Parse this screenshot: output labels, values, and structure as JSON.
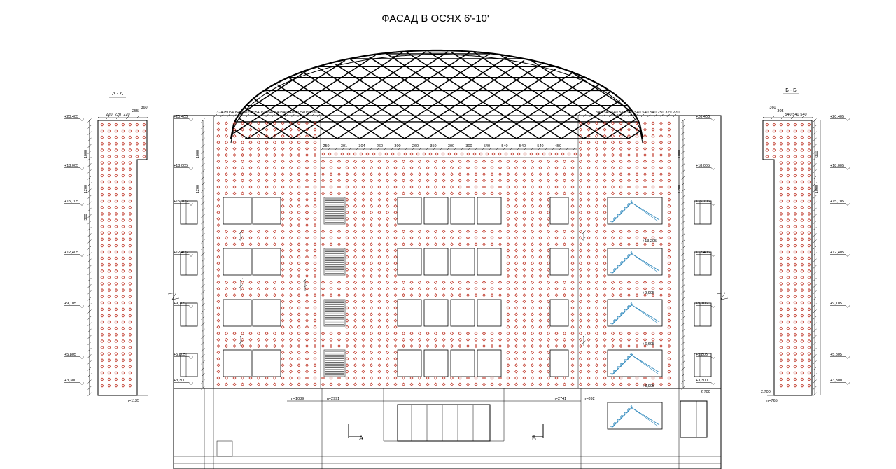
{
  "title": "ФАСАД В ОСЯХ 6'-10'",
  "colors": {
    "line": "#000000",
    "anchor": "#c0392b",
    "stair": "#3a8fc0",
    "louver": "#555555"
  },
  "section_left": {
    "label": "А - А",
    "dims_top": [
      "220",
      "220",
      "220",
      "255",
      "360"
    ],
    "bottom_dim": "n=1135"
  },
  "section_right": {
    "label": "Б - Б",
    "dims_top": [
      "360",
      "305",
      "540",
      "540",
      "540"
    ],
    "bottom_dim": "n=765"
  },
  "levels": [
    "+20,405",
    "+18,005",
    "+15,705",
    "+12,405",
    "+9,105",
    "+5,805",
    "+3,300"
  ],
  "level_extra": [
    "2,700",
    "+6,605",
    "+3,905",
    "+13,205",
    "+9,905",
    "2,700"
  ],
  "vertical_dims": [
    "1000",
    "1200",
    "300",
    "1000",
    "1200"
  ],
  "facade_top_dims_left": [
    "374",
    "250",
    "540",
    "540",
    "540",
    "540",
    "540",
    "540",
    "540",
    "540",
    "540",
    "540",
    "540",
    "540",
    "540",
    "301"
  ],
  "facade_top_dims_right": [
    "270",
    "329",
    "250",
    "540",
    "540",
    "540",
    "540",
    "540",
    "540",
    "540",
    "540"
  ],
  "dome_dims": [
    "250",
    "301",
    "304",
    "260",
    "300",
    "260",
    "350",
    "300",
    "300",
    "540",
    "540",
    "540",
    "540",
    "450"
  ],
  "bottom_dims": [
    "n=1089",
    "n=2991",
    "n=2741",
    "n=892"
  ],
  "cut_marks": [
    "А",
    "Б"
  ]
}
